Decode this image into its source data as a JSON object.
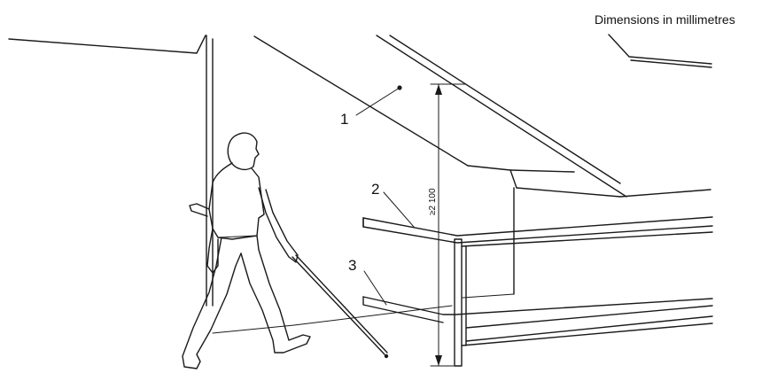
{
  "diagram": {
    "units_note": "Dimensions in millimetres",
    "callouts": [
      {
        "id": "1",
        "label": "1"
      },
      {
        "id": "2",
        "label": "2"
      },
      {
        "id": "3",
        "label": "3"
      }
    ],
    "dimension": {
      "label": "≥2 100"
    },
    "colors": {
      "line": "#1a1a1a",
      "background": "#ffffff"
    }
  }
}
